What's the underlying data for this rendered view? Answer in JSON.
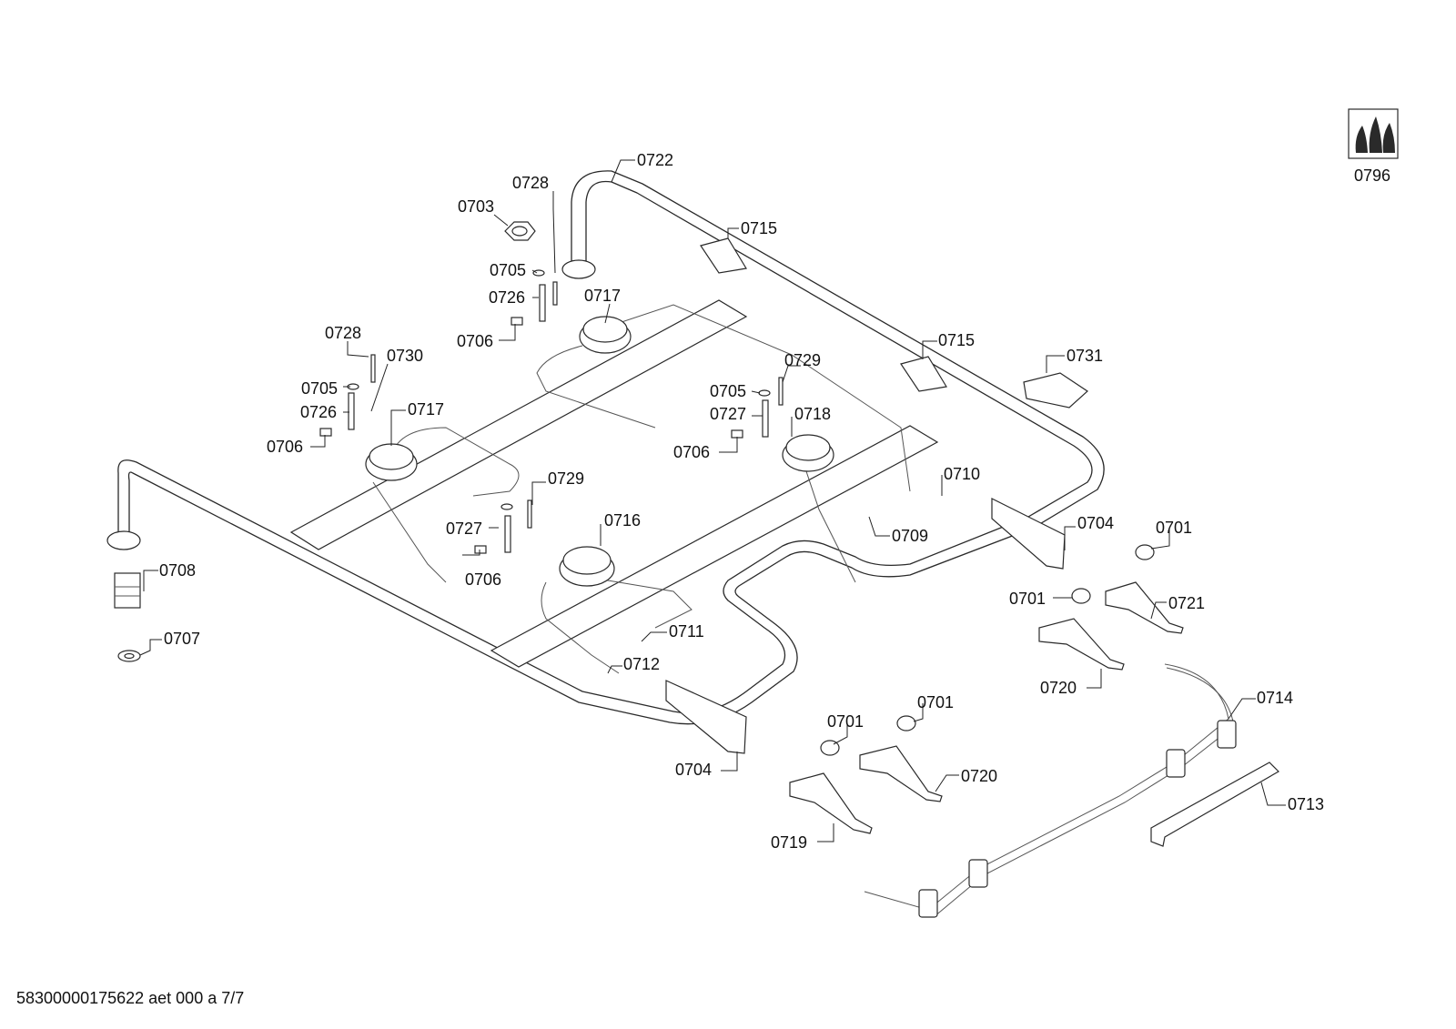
{
  "footer": {
    "document_code": "58300000175622 aet 000 a 7/7"
  },
  "gas_icon": {
    "name": "gas-flame-icon",
    "label": "0796"
  },
  "callouts": [
    {
      "id": "0722",
      "text": "0722"
    },
    {
      "id": "0728a",
      "text": "0728"
    },
    {
      "id": "0703",
      "text": "0703"
    },
    {
      "id": "0715a",
      "text": "0715"
    },
    {
      "id": "0705a",
      "text": "0705"
    },
    {
      "id": "0726a",
      "text": "0726"
    },
    {
      "id": "0717a",
      "text": "0717"
    },
    {
      "id": "0706a",
      "text": "0706"
    },
    {
      "id": "0728b",
      "text": "0728"
    },
    {
      "id": "0730",
      "text": "0730"
    },
    {
      "id": "0705b",
      "text": "0705"
    },
    {
      "id": "0726b",
      "text": "0726"
    },
    {
      "id": "0717b",
      "text": "0717"
    },
    {
      "id": "0706b",
      "text": "0706"
    },
    {
      "id": "0715b",
      "text": "0715"
    },
    {
      "id": "0731",
      "text": "0731"
    },
    {
      "id": "0729a",
      "text": "0729"
    },
    {
      "id": "0705c",
      "text": "0705"
    },
    {
      "id": "0727a",
      "text": "0727"
    },
    {
      "id": "0718",
      "text": "0718"
    },
    {
      "id": "0706c",
      "text": "0706"
    },
    {
      "id": "0710",
      "text": "0710"
    },
    {
      "id": "0729b",
      "text": "0729"
    },
    {
      "id": "0716",
      "text": "0716"
    },
    {
      "id": "0727b",
      "text": "0727"
    },
    {
      "id": "0706d",
      "text": "0706"
    },
    {
      "id": "0709",
      "text": "0709"
    },
    {
      "id": "0704a",
      "text": "0704"
    },
    {
      "id": "0701a",
      "text": "0701"
    },
    {
      "id": "0708",
      "text": "0708"
    },
    {
      "id": "0701b",
      "text": "0701"
    },
    {
      "id": "0721",
      "text": "0721"
    },
    {
      "id": "0711",
      "text": "0711"
    },
    {
      "id": "0707",
      "text": "0707"
    },
    {
      "id": "0712",
      "text": "0712"
    },
    {
      "id": "0720a",
      "text": "0720"
    },
    {
      "id": "0714",
      "text": "0714"
    },
    {
      "id": "0701c",
      "text": "0701"
    },
    {
      "id": "0701d",
      "text": "0701"
    },
    {
      "id": "0704b",
      "text": "0704"
    },
    {
      "id": "0720b",
      "text": "0720"
    },
    {
      "id": "0713",
      "text": "0713"
    },
    {
      "id": "0719",
      "text": "0719"
    }
  ]
}
